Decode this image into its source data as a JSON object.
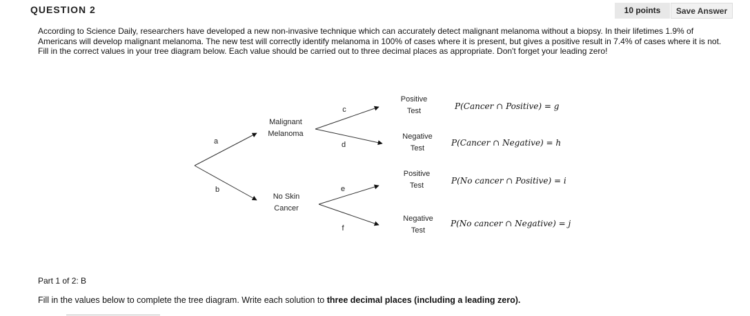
{
  "header": {
    "question_label": "QUESTION 2",
    "points": "10 points",
    "save_label": "Save Answer"
  },
  "prompt": "According to Science Daily, researchers have developed a new non-invasive technique which can accurately detect malignant melanoma without a biopsy. In their lifetimes 1.9% of Americans will develop malignant melanoma.  The new test will correctly identify melanoma in 100% of cases where it is present, but gives a positive result in 7.4% of cases where it is not.  Fill in the correct values in your tree diagram below.  Each value should be carried out to three decimal places as appropriate.  Don't forget your leading zero!",
  "diagram": {
    "branch_a": "a",
    "branch_b": "b",
    "branch_c": "c",
    "branch_d": "d",
    "branch_e": "e",
    "branch_f": "f",
    "node_melanoma": [
      "Malignant",
      "Melanoma"
    ],
    "node_noskin": [
      "No Skin",
      "Cancer"
    ],
    "outcome_1": [
      "Positive",
      "Test"
    ],
    "outcome_2": [
      "Negative",
      "Test"
    ],
    "outcome_3": [
      "Positive",
      "Test"
    ],
    "outcome_4": [
      "Negative",
      "Test"
    ],
    "prob_g": "P(Cancer ∩ Positive) = g",
    "prob_h": "P(Cancer ∩ Negative) = h",
    "prob_i": "P(No cancer ∩ Positive) = i",
    "prob_j": "P(No cancer ∩ Negative) = j"
  },
  "part_label": "Part 1 of 2: B",
  "instruction_prefix": "Fill in the values below to complete the tree diagram. Write each solution to ",
  "instruction_bold": "three decimal places (including a leading zero)."
}
